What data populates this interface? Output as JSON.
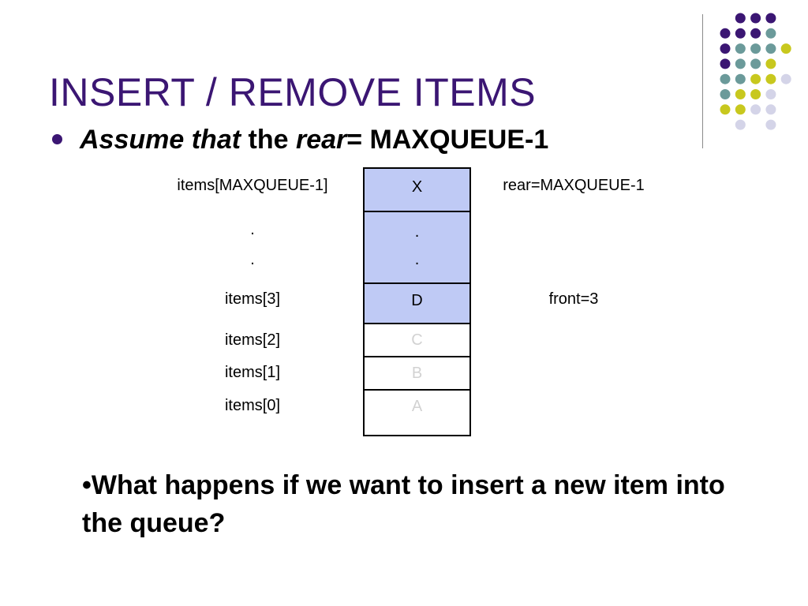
{
  "slide": {
    "title": "INSERT / REMOVE ITEMS",
    "bullet": {
      "part1": "Assume that",
      "part2": " the ",
      "part3": "rear",
      "part4": "= MAXQUEUE-1"
    },
    "question": "•What happens if we want to insert a new item into the queue?"
  },
  "queue": {
    "cells": [
      "X",
      ".",
      ".",
      "D",
      "C",
      "B",
      "A"
    ],
    "row_labels": [
      "items[MAXQUEUE-1]",
      ".",
      ".",
      "items[3]",
      "items[2]",
      "items[1]",
      "items[0]"
    ],
    "rear_label": "rear=MAXQUEUE-1",
    "front_label": "front=3"
  },
  "colors": {
    "title": "#3b1673",
    "filled_cell": "#bfcaf5",
    "empty_text": "#d2d2d2",
    "dot_purple": "#3b1673",
    "dot_teal": "#6b9a9a",
    "dot_yellow": "#c8c81e",
    "dot_lavender": "#d4d4e8"
  }
}
